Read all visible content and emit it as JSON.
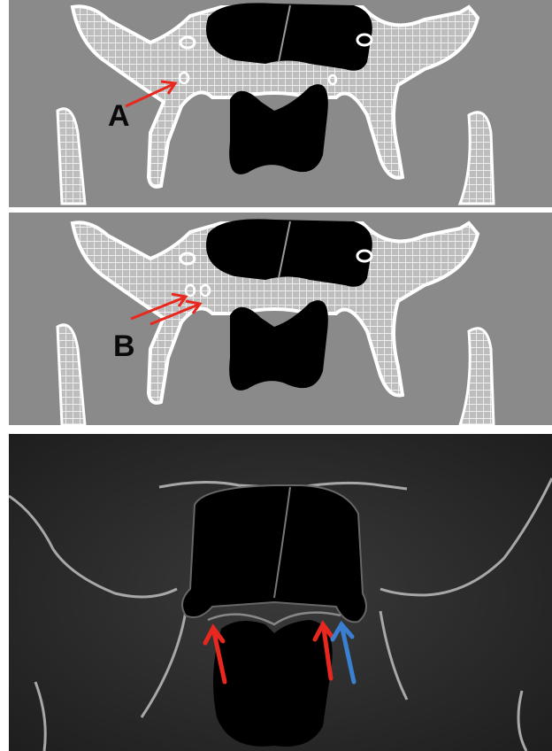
{
  "figure": {
    "panels": [
      {
        "id": "A",
        "label": "A",
        "kind": "schematic"
      },
      {
        "id": "B",
        "label": "B",
        "kind": "schematic"
      },
      {
        "id": "C",
        "label": "",
        "kind": "ct-scan"
      }
    ]
  },
  "colors": {
    "background_gray": "#8a8a8a",
    "bone_outline": "#ffffff",
    "cavity": "#000000",
    "arrow_red": "#e8281e",
    "arrow_blue": "#3a7fd0",
    "ct_background": "#2a2a2a"
  },
  "icons": {
    "arrow": "arrow-icon",
    "canal": "ring-marker"
  }
}
